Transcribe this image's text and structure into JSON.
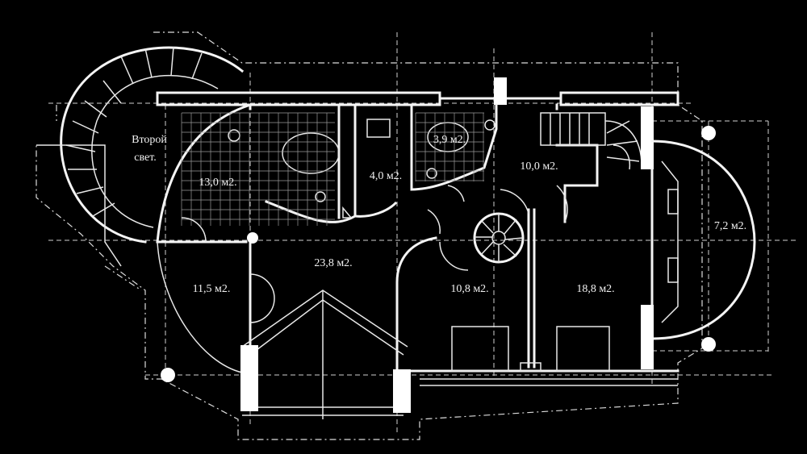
{
  "rooms": [
    {
      "id": "stair-void",
      "label_line1": "Второй",
      "label_line2": "свет."
    },
    {
      "id": "bathroom-large",
      "label": "13,0 м2."
    },
    {
      "id": "wc-small",
      "label": "4,0 м2."
    },
    {
      "id": "bathroom-small",
      "label": "3,9 м2."
    },
    {
      "id": "hall-stair",
      "label": "10,0 м2."
    },
    {
      "id": "bay-room",
      "label": "7,2 м2."
    },
    {
      "id": "room-west",
      "label": "11,5 м2."
    },
    {
      "id": "hall-central",
      "label": "23,8 м2."
    },
    {
      "id": "room-middle",
      "label": "10,8 м2."
    },
    {
      "id": "room-east",
      "label": "18,8 м2."
    }
  ],
  "colors": {
    "background": "#000000",
    "lines": "#f4f4f4",
    "tiles": "#9a9a9a"
  }
}
